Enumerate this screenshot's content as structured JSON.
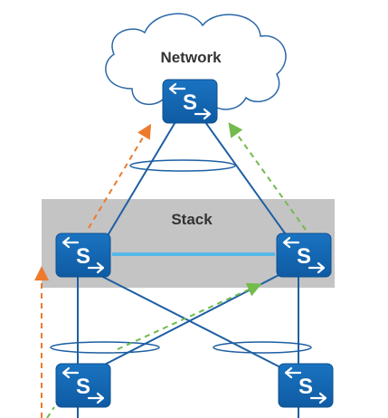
{
  "labels": {
    "network": "Network",
    "stack": "Stack"
  },
  "switch_glyph": "S",
  "icons": {
    "cloud": "cloud-icon",
    "switch": "switch-icon",
    "arrow_left": "arrow-left-icon",
    "arrow_right": "arrow-right-icon"
  },
  "colors": {
    "switch_fill": "#1366b3",
    "switch_stroke": "#0d4f8f",
    "link": "#1d5fa3",
    "stack_link": "#56b8e6",
    "stack_band": "#c4c4c4",
    "cloud_stroke": "#2a67a8",
    "orange_flow": "#ee7a2c",
    "green_flow": "#72bb4c"
  }
}
